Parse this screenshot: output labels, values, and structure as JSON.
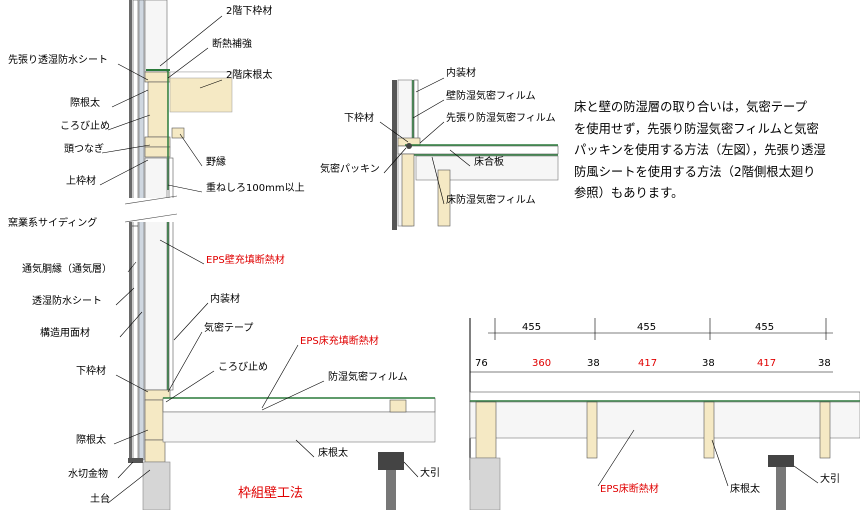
{
  "left_labels": [
    "先張り透湿防水シート",
    "際根太",
    "ころび止め",
    "頭つなぎ",
    "上枠材",
    "窯業系サイディング",
    "通気胴縁（通気層）",
    "透湿防水シート",
    "構造用面材",
    "下枠材",
    "際根太",
    "水切金物",
    "土台"
  ],
  "upper_right_labels": [
    "2階下枠材",
    "断熱補強",
    "2階床根太",
    "野縁",
    "重ねしろ100mm以上"
  ],
  "wall_eps_label": "EPS壁充填断熱材",
  "lower_mid_labels": [
    "内装材",
    "気密テープ",
    "ころび止め",
    "防湿気密フィルム",
    "床根太",
    "大引"
  ],
  "floor_eps_label": "EPS床充填断熱材",
  "method_title": "枠組壁工法",
  "detail_labels": [
    "内装材",
    "壁防湿気密フィルム",
    "先張り防湿気密フィルム",
    "下枠材",
    "床合板",
    "気密パッキン",
    "床防湿気密フィルム"
  ],
  "note_lines": [
    "床と壁の防湿層の取り合いは，気密テープ",
    "を使用せず，先張り防湿気密フィルムと気密",
    "パッキンを使用する方法（左図），先張り透湿",
    "防風シートを使用する方法（2階側根太廻り",
    "参照）もあります。"
  ],
  "plan": {
    "spacing_labels": [
      "455",
      "455",
      "455"
    ],
    "dims": [
      {
        "value": "76",
        "color": "black"
      },
      {
        "value": "360",
        "color": "red"
      },
      {
        "value": "38",
        "color": "black"
      },
      {
        "value": "417",
        "color": "red"
      },
      {
        "value": "38",
        "color": "black"
      },
      {
        "value": "417",
        "color": "red"
      },
      {
        "value": "38",
        "color": "black"
      }
    ],
    "eps_label": "EPS床断熱材",
    "joist_label": "床根太",
    "beam_label": "大引"
  },
  "colors": {
    "wood": "#f5e9c4",
    "insulation": "#f6f6f6",
    "red_text": "#e00000",
    "film": "#2a7a3a",
    "foundation": "#d6d6d6"
  }
}
